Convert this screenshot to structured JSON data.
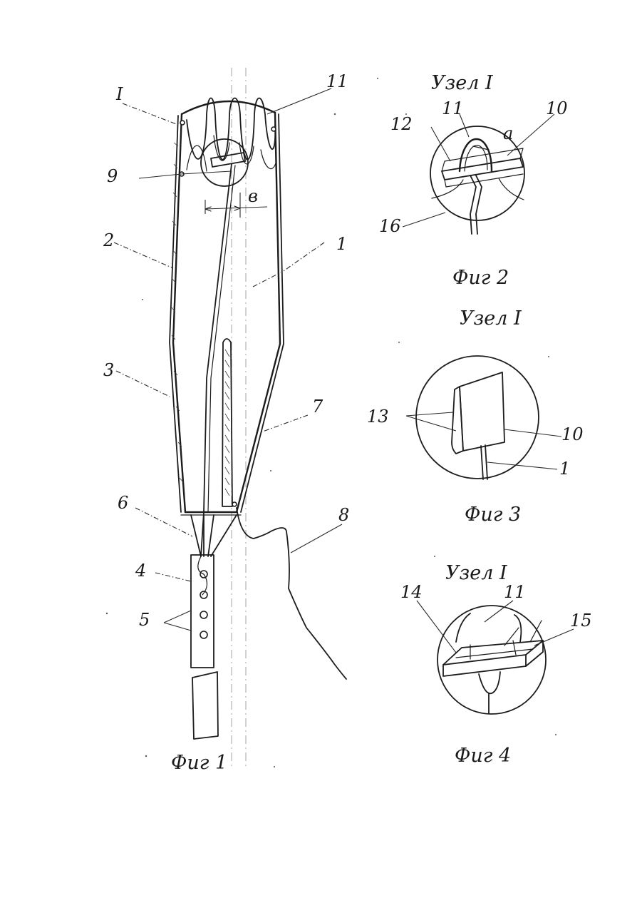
{
  "figures": {
    "fig1": {
      "caption": "Фиг 1",
      "labels": {
        "l1": "1",
        "l2": "2",
        "l3": "3",
        "l4": "4",
        "l5": "5",
        "l6": "6",
        "l7": "7",
        "l8": "8",
        "l9": "9",
        "l11": "11",
        "lI": "I",
        "lb": "в"
      }
    },
    "fig2": {
      "title": "Узел I",
      "caption": "Фиг 2",
      "labels": {
        "l10": "10",
        "l11": "11",
        "l12": "12",
        "l16": "16",
        "la": "а"
      }
    },
    "fig3": {
      "title": "Узел I",
      "caption": "Фиг 3",
      "labels": {
        "l1": "1",
        "l10": "10",
        "l13": "13"
      }
    },
    "fig4": {
      "title": "Узел I",
      "caption": "Фиг 4",
      "labels": {
        "l11": "11",
        "l14": "14",
        "l15": "15"
      }
    }
  }
}
